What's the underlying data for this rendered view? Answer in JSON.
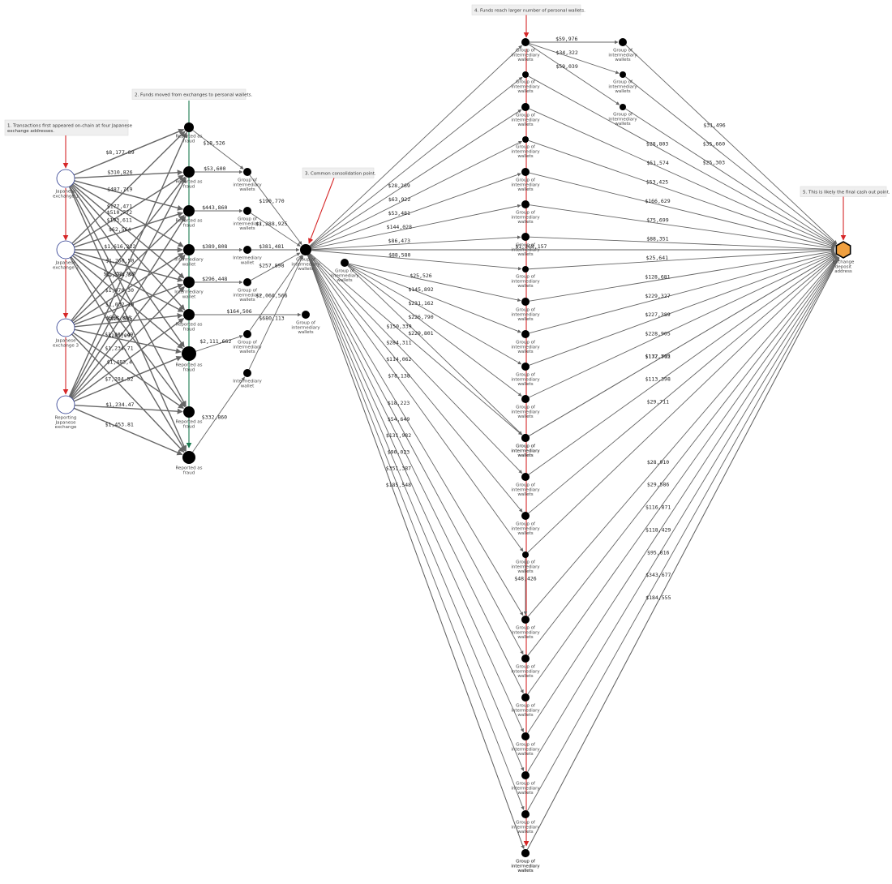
{
  "colors": {
    "edge": "#666666",
    "node": "#000000",
    "exchange_stroke": "#2b3a8f",
    "deposit_fill": "#f0a040",
    "annotation_arrow": "#d62728",
    "fraud_arrow": "#1a7a50",
    "annotation_bg": "#efefef"
  },
  "annotations": [
    {
      "id": "a1",
      "lines": [
        "1. Transactions first appeared on-chain at four Japanese",
        "exchange addresses."
      ]
    },
    {
      "id": "a2",
      "lines": [
        "2. Funds moved from exchanges to personal wallets."
      ]
    },
    {
      "id": "a3",
      "lines": [
        "3. Common consolidation point."
      ]
    },
    {
      "id": "a4",
      "lines": [
        "4. Funds reach larger number of personal wallets."
      ]
    },
    {
      "id": "a5",
      "lines": [
        "5. This is likely the final cash out point."
      ]
    }
  ],
  "nodes": [
    {
      "id": "je1",
      "kind": "exchange",
      "label": [
        "Japanese",
        "exchange 1"
      ]
    },
    {
      "id": "je2",
      "kind": "exchange",
      "label": [
        "Japanese",
        "exchange 2"
      ]
    },
    {
      "id": "je3",
      "kind": "exchange",
      "label": [
        "Japanese",
        "exchange 3"
      ]
    },
    {
      "id": "rje",
      "kind": "exchange",
      "label": [
        "Reporting",
        "Japanese",
        "exchange"
      ]
    },
    {
      "id": "f1",
      "kind": "wallet",
      "label": [
        "Reported as",
        "fraud"
      ]
    },
    {
      "id": "f2",
      "kind": "wallet",
      "label": [
        "Reported as",
        "fraud"
      ]
    },
    {
      "id": "f3",
      "kind": "wallet",
      "label": [
        "Reported as",
        "fraud"
      ]
    },
    {
      "id": "iw1",
      "kind": "wallet",
      "label": [
        "Intermediary",
        "wallet"
      ]
    },
    {
      "id": "iw2",
      "kind": "wallet",
      "label": [
        "Intermediary",
        "wallet"
      ]
    },
    {
      "id": "f4",
      "kind": "wallet",
      "label": [
        "Reported as",
        "fraud"
      ]
    },
    {
      "id": "f5",
      "kind": "wallet",
      "label": [
        "Reported as",
        "fraud"
      ]
    },
    {
      "id": "f6",
      "kind": "wallet",
      "label": [
        "Reported as",
        "fraud"
      ]
    },
    {
      "id": "f7",
      "kind": "wallet",
      "label": [
        "Reported as",
        "fraud"
      ]
    },
    {
      "id": "g1",
      "kind": "wallet",
      "label": [
        "Group of",
        "intermediary",
        "wallets"
      ]
    },
    {
      "id": "g2",
      "kind": "wallet",
      "label": [
        "Group of",
        "intermediary",
        "wallets"
      ]
    },
    {
      "id": "iw3",
      "kind": "wallet",
      "label": [
        "Intermediary",
        "wallet"
      ]
    },
    {
      "id": "g3",
      "kind": "wallet",
      "label": [
        "Group of",
        "intermediary",
        "wallets"
      ]
    },
    {
      "id": "g4",
      "kind": "wallet",
      "label": [
        "Group of",
        "intermediary",
        "wallets"
      ]
    },
    {
      "id": "iw4",
      "kind": "wallet",
      "label": [
        "Intermediary",
        "wallet"
      ]
    },
    {
      "id": "hub",
      "kind": "wallet",
      "label": [
        "Group of",
        "intermediary",
        "wallets"
      ]
    },
    {
      "id": "ghub",
      "kind": "wallet",
      "label": [
        "Group of",
        "intermediary",
        "wallets"
      ]
    },
    {
      "id": "gside",
      "kind": "wallet",
      "label": [
        "Group of",
        "intermediary",
        "wallets"
      ]
    },
    {
      "id": "c1",
      "kind": "wallet",
      "label": [
        "Group of",
        "intermediary",
        "wallets"
      ]
    },
    {
      "id": "c2",
      "kind": "wallet",
      "label": [
        "Group of",
        "intermediary",
        "wallets"
      ]
    },
    {
      "id": "c3",
      "kind": "wallet",
      "label": [
        "Group of",
        "intermediary",
        "wallets"
      ]
    },
    {
      "id": "c4",
      "kind": "wallet",
      "label": [
        "Group of",
        "intermediary",
        "wallets"
      ]
    },
    {
      "id": "c5",
      "kind": "wallet",
      "label": [
        "Group of",
        "intermediary",
        "wallets"
      ]
    },
    {
      "id": "c6",
      "kind": "wallet",
      "label": [
        "Group of",
        "intermediary",
        "wallets"
      ]
    },
    {
      "id": "c7",
      "kind": "wallet",
      "label": [
        "Group of",
        "intermediary",
        "wallets"
      ]
    },
    {
      "id": "c8",
      "kind": "wallet",
      "label": [
        "Group of",
        "intermediary",
        "wallets"
      ]
    },
    {
      "id": "c9",
      "kind": "wallet",
      "label": [
        "Group of",
        "intermediary",
        "wallets"
      ]
    },
    {
      "id": "c10",
      "kind": "wallet",
      "label": [
        "Group of",
        "intermediary",
        "wallets"
      ]
    },
    {
      "id": "c11",
      "kind": "wallet",
      "label": [
        "Group of",
        "intermediary",
        "wallets"
      ]
    },
    {
      "id": "c12",
      "kind": "wallet",
      "label": [
        "Group of",
        "intermediary",
        "wallets"
      ]
    },
    {
      "id": "c13",
      "kind": "wallet",
      "label": [
        "Group of",
        "intermediary",
        "wallets"
      ]
    },
    {
      "id": "c14",
      "kind": "wallet",
      "label": [
        "Group of",
        "intermediary",
        "wallets"
      ]
    },
    {
      "id": "c15",
      "kind": "wallet",
      "label": [
        "Group of",
        "intermediary",
        "wallets"
      ]
    },
    {
      "id": "c16",
      "kind": "wallet",
      "label": [
        "Group of",
        "intermediary",
        "wallets"
      ]
    },
    {
      "id": "c17",
      "kind": "wallet",
      "label": [
        "Group of",
        "intermediary",
        "wallets"
      ]
    },
    {
      "id": "c18",
      "kind": "wallet",
      "label": [
        "Group of",
        "intermediary",
        "wallets"
      ]
    },
    {
      "id": "c19",
      "kind": "wallet",
      "label": [
        "Group of",
        "intermediary",
        "wallets"
      ]
    },
    {
      "id": "c20",
      "kind": "wallet",
      "label": [
        "Group of",
        "intermediary",
        "wallets"
      ]
    },
    {
      "id": "c21",
      "kind": "wallet",
      "label": [
        "Group of",
        "intermediary",
        "wallets"
      ]
    },
    {
      "id": "c22",
      "kind": "wallet",
      "label": [
        "Group of",
        "intermediary",
        "wallets"
      ]
    },
    {
      "id": "c23",
      "kind": "wallet",
      "label": [
        "Group of",
        "intermediary",
        "wallets"
      ]
    },
    {
      "id": "c24",
      "kind": "wallet",
      "label": [
        "Group of",
        "intermediary",
        "wallets"
      ]
    },
    {
      "id": "c25",
      "kind": "wallet",
      "label": [
        "Group of",
        "intermediary",
        "wallets"
      ]
    },
    {
      "id": "r1",
      "kind": "wallet",
      "label": [
        "Group of",
        "intermediary",
        "wallets"
      ]
    },
    {
      "id": "r2",
      "kind": "wallet",
      "label": [
        "Group of",
        "intermediary",
        "wallets"
      ]
    },
    {
      "id": "r3",
      "kind": "wallet",
      "label": [
        "Group of",
        "intermediary",
        "wallets"
      ]
    },
    {
      "id": "dep",
      "kind": "deposit",
      "label": [
        "Exchange",
        "deposit",
        "address"
      ]
    }
  ],
  "edges": [
    {
      "from": "je1",
      "to": "f1",
      "label": "$8,177.89"
    },
    {
      "from": "je1",
      "to": "f2",
      "label": "$310,826"
    },
    {
      "from": "je1",
      "to": "f3",
      "label": "$487,719"
    },
    {
      "from": "je1",
      "to": "iw1",
      "label": "$177,471"
    },
    {
      "from": "je1",
      "to": "iw2",
      "label": "$193,611"
    },
    {
      "from": "je1",
      "to": "f4",
      "label": ""
    },
    {
      "from": "je1",
      "to": "f5",
      "label": ""
    },
    {
      "from": "je1",
      "to": "f6",
      "label": ""
    },
    {
      "from": "je1",
      "to": "f7",
      "label": ""
    },
    {
      "from": "je2",
      "to": "f1",
      "label": ""
    },
    {
      "from": "je2",
      "to": "f2",
      "label": "$510,772"
    },
    {
      "from": "je2",
      "to": "f3",
      "label": "$62,564"
    },
    {
      "from": "je2",
      "to": "iw1",
      "label": "$1,616,222"
    },
    {
      "from": "je2",
      "to": "iw2",
      "label": "$1,260,50"
    },
    {
      "from": "je2",
      "to": "f4",
      "label": "$1,584,84"
    },
    {
      "from": "je2",
      "to": "f5",
      "label": ""
    },
    {
      "from": "je2",
      "to": "f6",
      "label": ""
    },
    {
      "from": "je2",
      "to": "f7",
      "label": ""
    },
    {
      "from": "je3",
      "to": "f2",
      "label": ""
    },
    {
      "from": "je3",
      "to": "f3",
      "label": "$2,232,767"
    },
    {
      "from": "je3",
      "to": "iw1",
      "label": "$1,070,30"
    },
    {
      "from": "je3",
      "to": "iw2",
      "label": "$1,032,10"
    },
    {
      "from": "je3",
      "to": "f4",
      "label": "$125,595"
    },
    {
      "from": "je3",
      "to": "f5",
      "label": "$189,09"
    },
    {
      "from": "je3",
      "to": "f6",
      "label": ""
    },
    {
      "from": "je3",
      "to": "f7",
      "label": ""
    },
    {
      "from": "rje",
      "to": "f1",
      "label": ""
    },
    {
      "from": "rje",
      "to": "f2",
      "label": ""
    },
    {
      "from": "rje",
      "to": "f3",
      "label": "$566,005"
    },
    {
      "from": "rje",
      "to": "iw1",
      "label": "$1,300,49"
    },
    {
      "from": "rje",
      "to": "iw2",
      "label": "$1,234,71"
    },
    {
      "from": "rje",
      "to": "f4",
      "label": "$1,483,4"
    },
    {
      "from": "rje",
      "to": "f5",
      "label": "$7,284.52"
    },
    {
      "from": "rje",
      "to": "f6",
      "label": "$1,234.47"
    },
    {
      "from": "rje",
      "to": "f7",
      "label": "$1,453.81"
    },
    {
      "from": "f1",
      "to": "g1",
      "label": "$18,526"
    },
    {
      "from": "f2",
      "to": "g1",
      "label": "$53,600"
    },
    {
      "from": "f3",
      "to": "g2",
      "label": "$443,860"
    },
    {
      "from": "iw1",
      "to": "iw3",
      "label": "$389,808"
    },
    {
      "from": "iw2",
      "to": "g3",
      "label": "$296,448"
    },
    {
      "from": "f4",
      "to": "gside",
      "label": "$164,506"
    },
    {
      "from": "f5",
      "to": "g4",
      "label": "$2,111,662"
    },
    {
      "from": "f7",
      "to": "iw4",
      "label": "$332,860"
    },
    {
      "from": "g1",
      "to": "hub",
      "label": "$190,770"
    },
    {
      "from": "g2",
      "to": "hub",
      "label": "$1,288,925"
    },
    {
      "from": "iw3",
      "to": "hub",
      "label": "$381,481"
    },
    {
      "from": "g3",
      "to": "hub",
      "label": "$257,898"
    },
    {
      "from": "g4",
      "to": "hub",
      "label": "$2,066,566"
    },
    {
      "from": "iw4",
      "to": "hub",
      "label": "$680,113"
    },
    {
      "from": "hub",
      "to": "c1",
      "label": ""
    },
    {
      "from": "hub",
      "to": "c2",
      "label": ""
    },
    {
      "from": "hub",
      "to": "c3",
      "label": "$28,269"
    },
    {
      "from": "hub",
      "to": "c4",
      "label": "$63,922"
    },
    {
      "from": "hub",
      "to": "c5",
      "label": "$53,481"
    },
    {
      "from": "hub",
      "to": "c6",
      "label": "$144,028"
    },
    {
      "from": "hub",
      "to": "c7",
      "label": "$86,473"
    },
    {
      "from": "hub",
      "to": "c8",
      "label": "$88,580"
    },
    {
      "from": "hub",
      "to": "dep",
      "label": "$1,368,157"
    },
    {
      "from": "ghub",
      "to": "c9",
      "label": "$25,526"
    },
    {
      "from": "ghub",
      "to": "c10",
      "label": "$145,892"
    },
    {
      "from": "ghub",
      "to": "c11",
      "label": "$231,162"
    },
    {
      "from": "ghub",
      "to": "c12",
      "label": "$226,790"
    },
    {
      "from": "ghub",
      "to": "c13",
      "label": "$229,801"
    },
    {
      "from": "hub",
      "to": "c14",
      "label": "$150,339"
    },
    {
      "from": "hub",
      "to": "c15",
      "label": "$284,311"
    },
    {
      "from": "hub",
      "to": "c16",
      "label": "$114,062"
    },
    {
      "from": "hub",
      "to": "c17",
      "label": "$78,138"
    },
    {
      "from": "hub",
      "to": "c18",
      "label": "$18,223"
    },
    {
      "from": "hub",
      "to": "c19",
      "label": "$54,649"
    },
    {
      "from": "hub",
      "to": "c20",
      "label": "$131,982"
    },
    {
      "from": "hub",
      "to": "c21",
      "label": "$90,023"
    },
    {
      "from": "hub",
      "to": "c22",
      "label": "$351,387"
    },
    {
      "from": "hub",
      "to": "c23",
      "label": "$185,548"
    },
    {
      "from": "hub",
      "to": "c24",
      "label": ""
    },
    {
      "from": "hub",
      "to": "c25",
      "label": ""
    },
    {
      "from": "c17",
      "to": "c18",
      "label": "$48,426"
    },
    {
      "from": "c1",
      "to": "r1",
      "label": "$59,976"
    },
    {
      "from": "c1",
      "to": "r2",
      "label": "$34,322"
    },
    {
      "from": "c1",
      "to": "r3",
      "label": "$59,039"
    },
    {
      "from": "r1",
      "to": "dep",
      "label": "$31,496"
    },
    {
      "from": "r2",
      "to": "dep",
      "label": "$35,660"
    },
    {
      "from": "r3",
      "to": "dep",
      "label": "$25,303"
    },
    {
      "from": "c2",
      "to": "dep",
      "label": "$28,803"
    },
    {
      "from": "c3",
      "to": "dep",
      "label": "$51,574"
    },
    {
      "from": "c4",
      "to": "dep",
      "label": "$53,425"
    },
    {
      "from": "c5",
      "to": "dep",
      "label": "$166,629"
    },
    {
      "from": "c6",
      "to": "dep",
      "label": "$75,699"
    },
    {
      "from": "c7",
      "to": "dep",
      "label": "$88,351"
    },
    {
      "from": "c8",
      "to": "dep",
      "label": "$25,641"
    },
    {
      "from": "c9",
      "to": "dep",
      "label": "$128,681"
    },
    {
      "from": "c10",
      "to": "dep",
      "label": "$229,327"
    },
    {
      "from": "c11",
      "to": "dep",
      "label": "$227,389"
    },
    {
      "from": "c12",
      "to": "dep",
      "label": "$228,905"
    },
    {
      "from": "c13",
      "to": "dep",
      "label": "$137,705"
    },
    {
      "from": "c14",
      "to": "dep",
      "label": "$172,512"
    },
    {
      "from": "c15",
      "to": "dep",
      "label": "$113,398"
    },
    {
      "from": "c16",
      "to": "dep",
      "label": "$29,711"
    },
    {
      "from": "c17",
      "to": "dep",
      "label": ""
    },
    {
      "from": "c18",
      "to": "dep",
      "label": "$28,910"
    },
    {
      "from": "c19",
      "to": "dep",
      "label": "$29,586"
    },
    {
      "from": "c20",
      "to": "dep",
      "label": "$116,871"
    },
    {
      "from": "c21",
      "to": "dep",
      "label": "$118,429"
    },
    {
      "from": "c22",
      "to": "dep",
      "label": "$95,816"
    },
    {
      "from": "c23",
      "to": "dep",
      "label": "$343,677"
    },
    {
      "from": "c24",
      "to": "dep",
      "label": "$184,555"
    },
    {
      "from": "c25",
      "to": "dep",
      "label": ""
    }
  ]
}
